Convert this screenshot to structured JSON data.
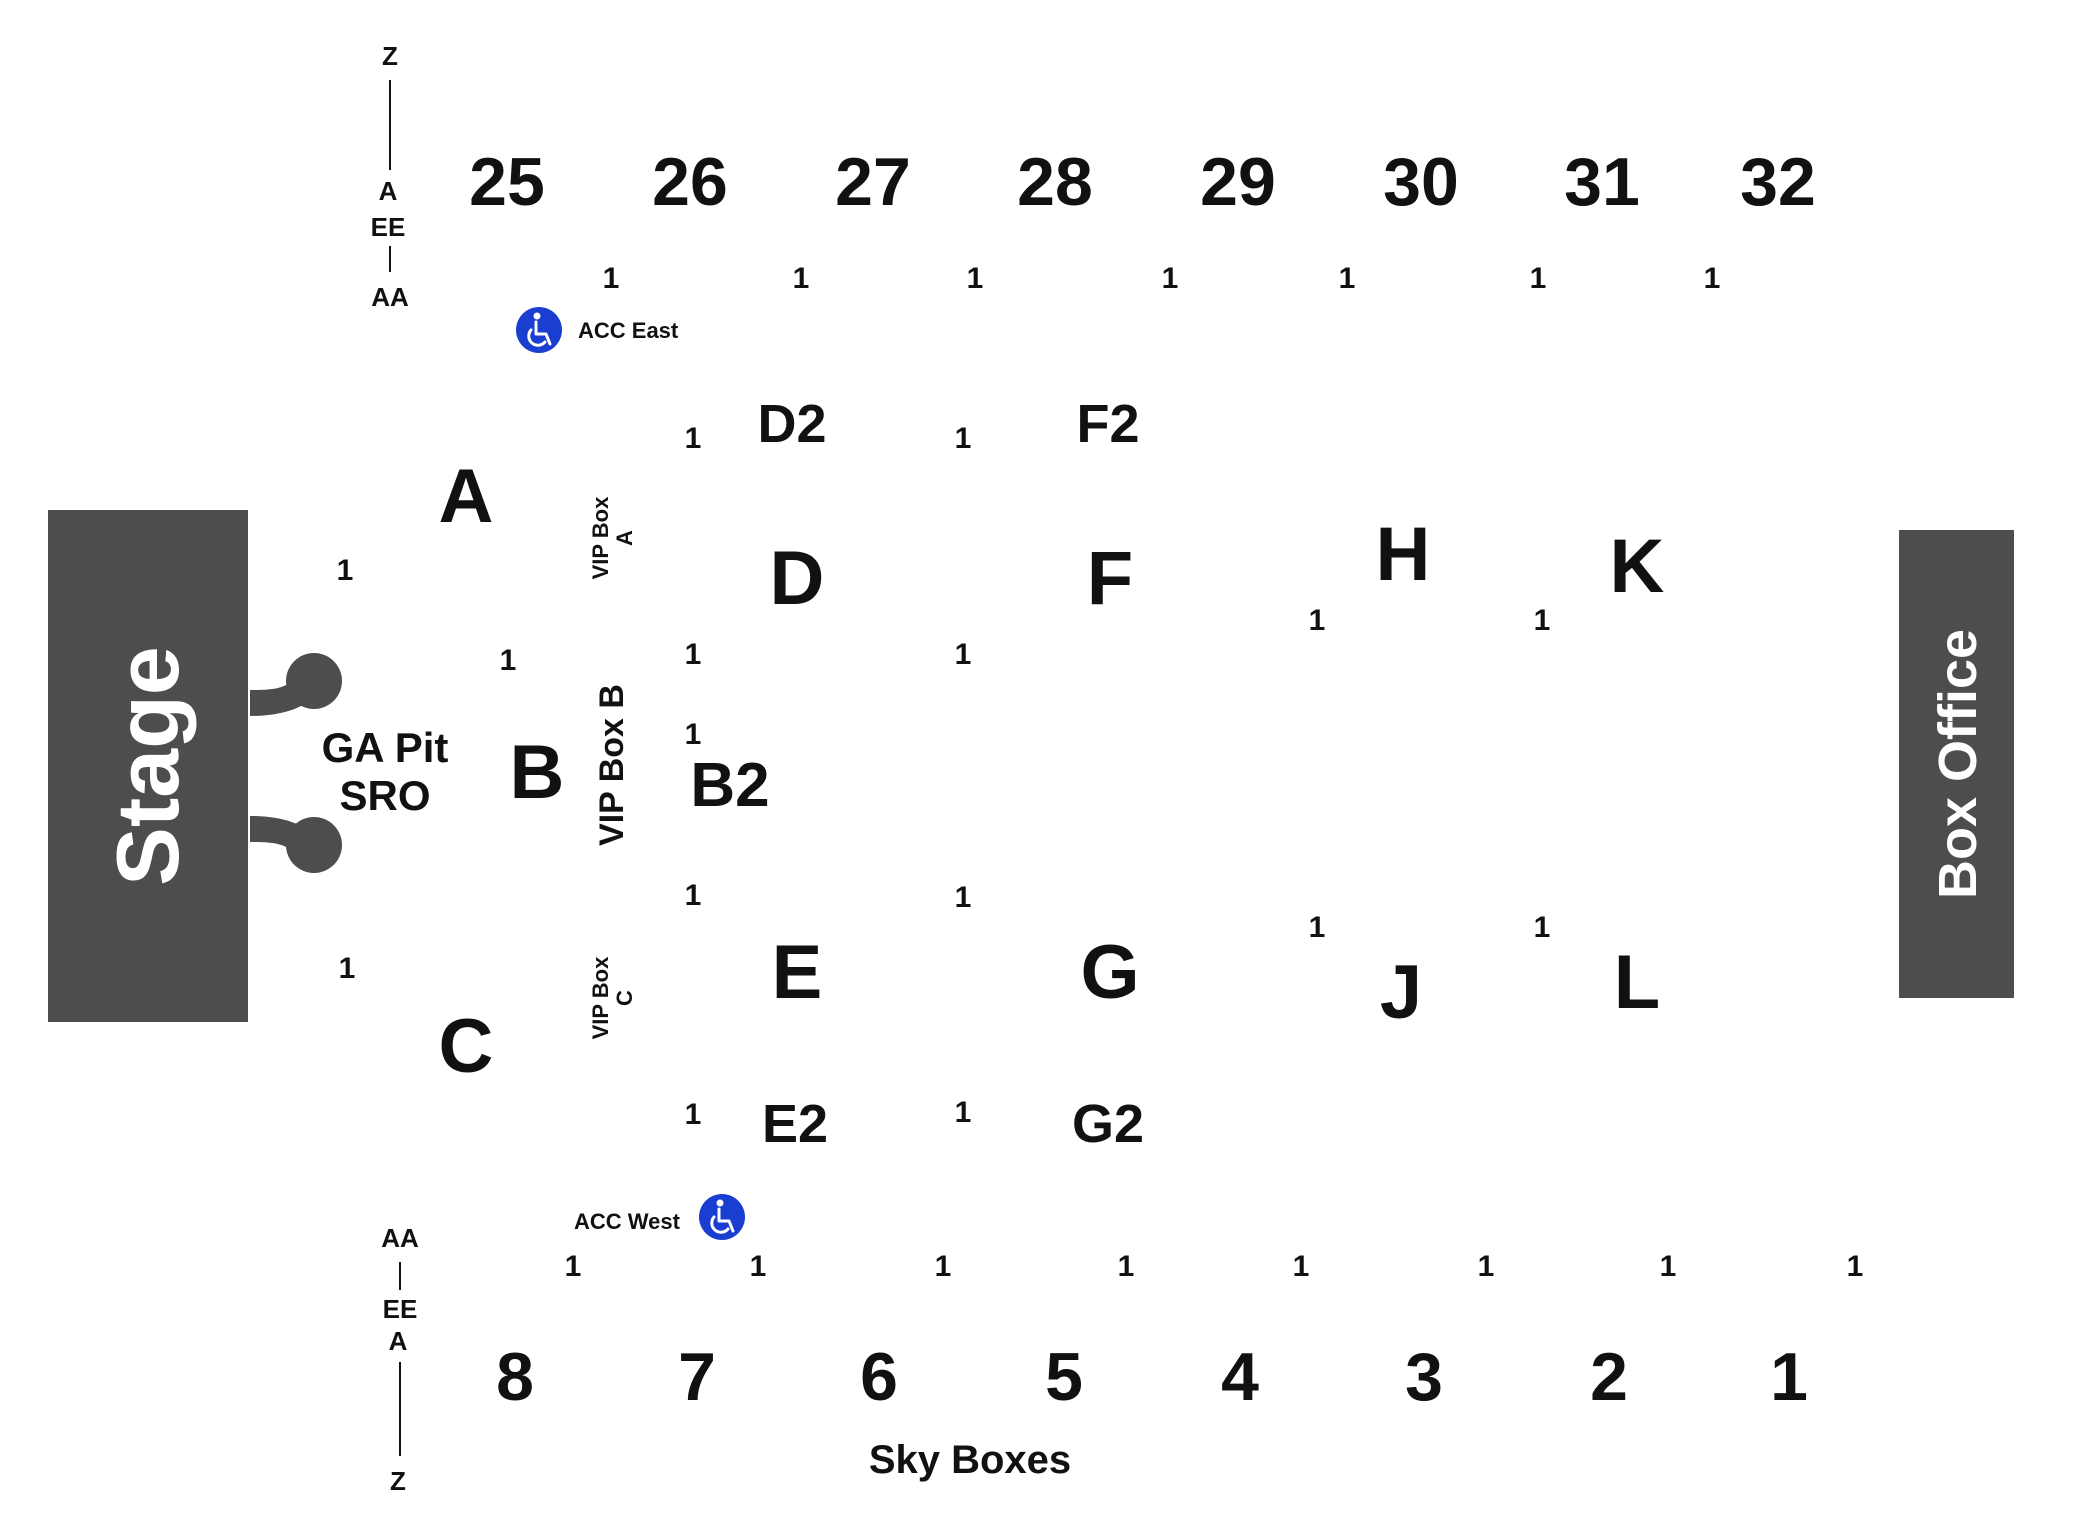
{
  "colors": {
    "block": "#4d4d4d",
    "text": "#111111",
    "accessible": "#1a3fd0",
    "background": "#ffffff"
  },
  "stage": {
    "label": "Stage"
  },
  "box_office": {
    "label": "Box Office"
  },
  "ga_pit": {
    "line1": "GA Pit",
    "line2": "SRO"
  },
  "row_scale_top": {
    "z": "Z",
    "a": "A",
    "ee": "EE",
    "aa": "AA"
  },
  "row_scale_bottom": {
    "aa": "AA",
    "ee": "EE",
    "a": "A",
    "z": "Z"
  },
  "upper_sections": [
    "25",
    "26",
    "27",
    "28",
    "29",
    "30",
    "31",
    "32"
  ],
  "lower_sections": [
    "8",
    "7",
    "6",
    "5",
    "4",
    "3",
    "2",
    "1"
  ],
  "sky_boxes": "Sky Boxes",
  "floor_sections": {
    "a": "A",
    "b": "B",
    "c": "C",
    "d": "D",
    "d2": "D2",
    "b2": "B2",
    "e": "E",
    "e2": "E2",
    "f": "F",
    "f2": "F2",
    "g": "G",
    "g2": "G2",
    "h": "H",
    "j": "J",
    "k": "K",
    "l": "L"
  },
  "vip_boxes": {
    "a_line1": "VIP Box",
    "a_line2": "A",
    "b": "VIP Box B",
    "c_line1": "VIP Box",
    "c_line2": "C"
  },
  "accessible": {
    "east": "ACC East",
    "west": "ACC West",
    "icon": "wheelchair-icon"
  },
  "row_marker": "1"
}
